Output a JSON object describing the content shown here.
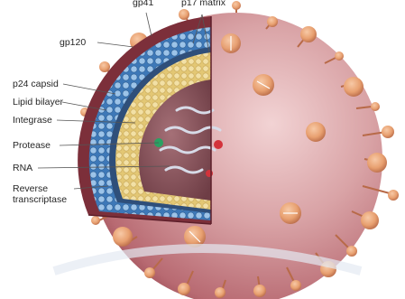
{
  "labels": {
    "gp41": "gp41",
    "p17_matrix": "p17 matrix",
    "gp120": "gp120",
    "p24_capsid": "p24 capsid",
    "lipid_bilayer": "Lipid bilayer",
    "integrase": "Integrase",
    "protease": "Protease",
    "rna": "RNA",
    "reverse_transcriptase_line1": "Reverse",
    "reverse_transcriptase_line2": "transcriptase"
  },
  "colors": {
    "envelope_outer": "#d9a3a6",
    "envelope_mid": "#c1737a",
    "envelope_dark": "#8e3f49",
    "matrix_blue": "#4a86c4",
    "matrix_light": "#bcd7ef",
    "capsid_yellow": "#e9d38c",
    "core_interior": "#8e5a61",
    "spike_orange": "#e8a070",
    "label_text": "#262626"
  },
  "icons": {
    "glycoprotein_spike": "gp120-spike",
    "protease_dot": "green-dot",
    "integrase_dot": "red-dot"
  }
}
